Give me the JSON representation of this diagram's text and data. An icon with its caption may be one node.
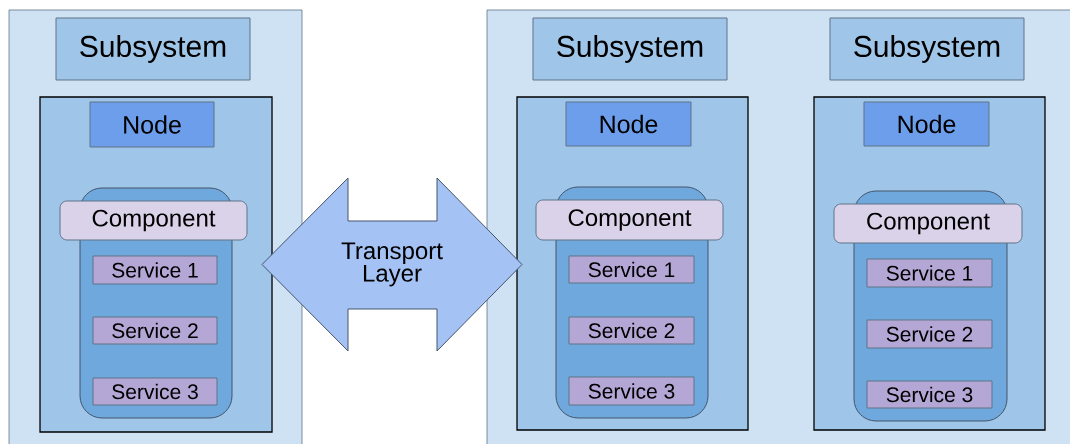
{
  "diagram": {
    "nodes": [
      {
        "text": [],
        "shape": "box"
      },
      {
        "text": [
          "Subsystem"
        ],
        "in": 0
      },
      {
        "text": [],
        "shape": "box",
        "in": 0
      },
      {
        "text": [
          "Node"
        ],
        "in": 2
      },
      {
        "text": [],
        "shape": "box",
        "in": 2
      },
      {
        "text": [
          "Component"
        ],
        "in": 2
      },
      {
        "text": [
          "Service 1"
        ],
        "in": 4
      },
      {
        "text": [
          "Service 2"
        ],
        "in": 4
      },
      {
        "text": [
          "Service 3"
        ],
        "in": 4
      },
      {
        "text": [
          "Transport Layer"
        ]
      },
      {
        "text": [],
        "shape": "box"
      },
      {
        "text": [
          "Subsystem"
        ],
        "in": 10
      },
      {
        "text": [
          "Subsystem"
        ],
        "in": 10
      },
      {
        "text": [],
        "shape": "box",
        "in": 10
      },
      {
        "text": [
          "Node"
        ],
        "in": 13
      },
      {
        "text": [],
        "shape": "box",
        "in": 13
      },
      {
        "text": [
          "Component"
        ],
        "in": 13
      },
      {
        "text": [
          "Service 1"
        ],
        "in": 15
      },
      {
        "text": [
          "Service 2"
        ],
        "in": 15
      },
      {
        "text": [
          "Service 3"
        ],
        "in": 15
      },
      {
        "text": [],
        "shape": "box",
        "in": 10
      },
      {
        "text": [
          "Node"
        ],
        "in": 20
      },
      {
        "text": [],
        "shape": "box",
        "in": 20
      },
      {
        "text": [
          "Component"
        ],
        "in": 20
      },
      {
        "text": [
          "Service 1"
        ],
        "in": 22
      },
      {
        "text": [
          "Service 2"
        ],
        "in": 22
      },
      {
        "text": [
          "Service 3"
        ],
        "in": 22
      }
    ]
  }
}
